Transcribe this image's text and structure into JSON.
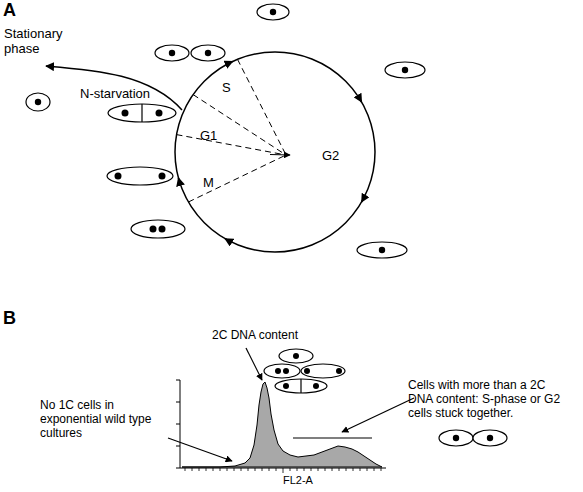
{
  "diagram": {
    "labels": [
      "A",
      "Stationary phase",
      "N-starvation",
      "S",
      "G1",
      "M",
      "G2",
      "B",
      "2C DNA content",
      "No 1C cells in exponential wild type cultures",
      "Cells with more than a 2C DNA content:  S-phase or G2 cells stuck together.",
      "FL2-A"
    ]
  }
}
